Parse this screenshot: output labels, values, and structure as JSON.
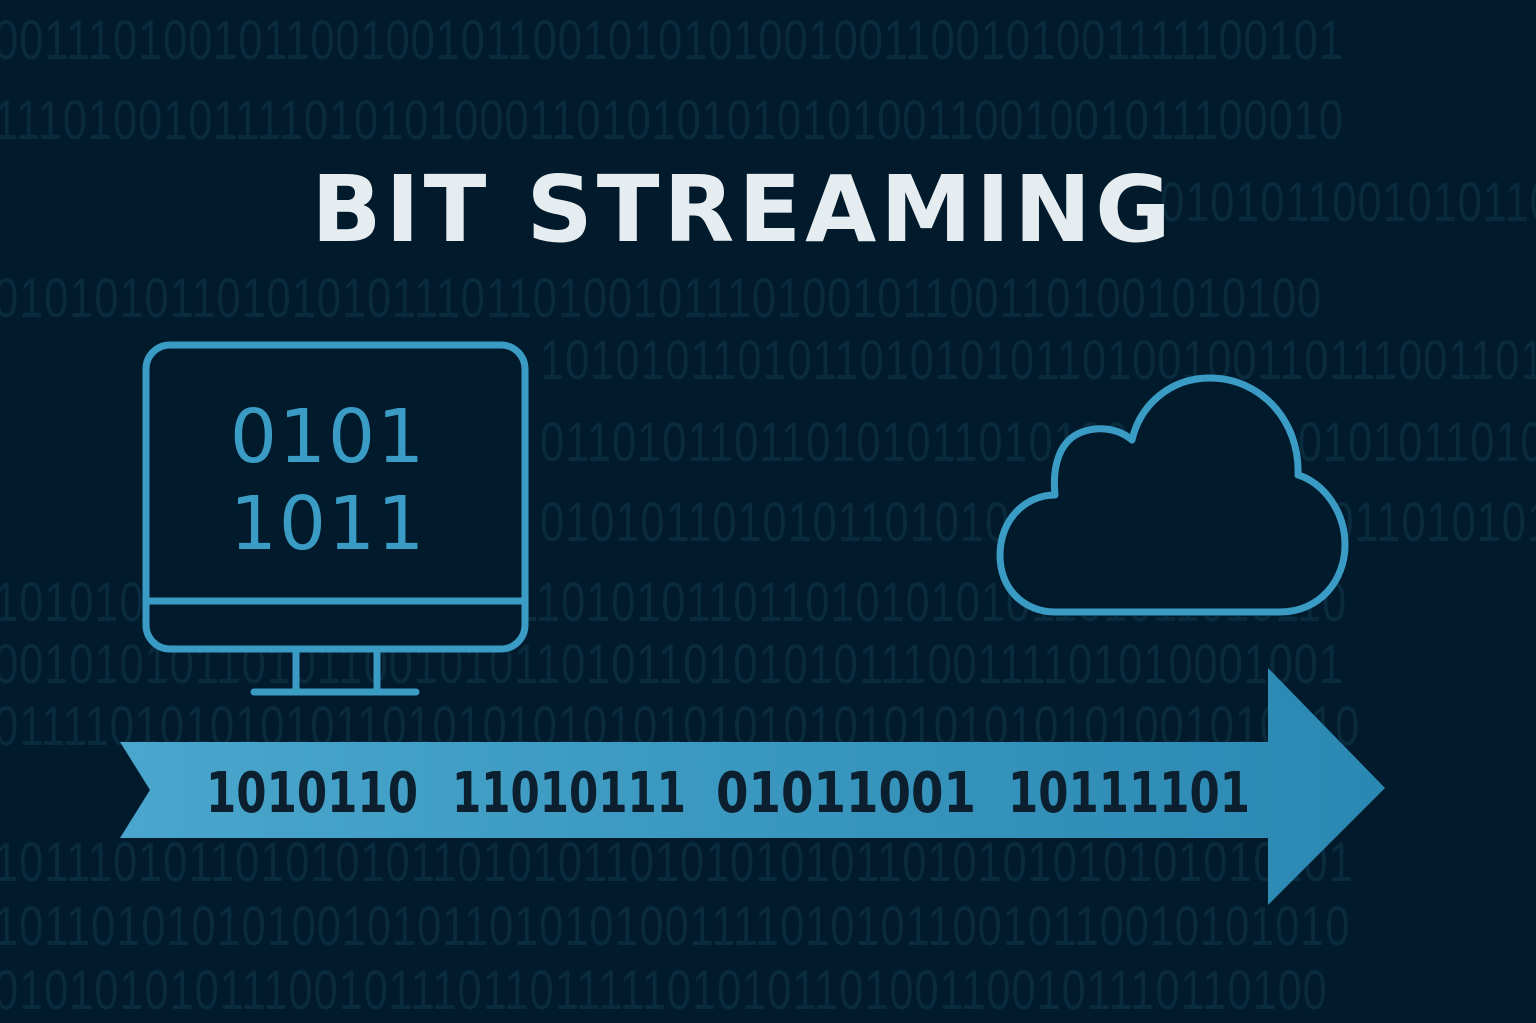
{
  "title": "BIT STREAMING",
  "background_rows": [
    "0011101001011001001011001010101001001100101001111100101",
    "1110100101111010101000110101010101010011001001011100010",
    "010101100101011011010101101101101000101101010001011011",
    "010101011010101011101101001011101001011001101001010100",
    "1010101101011010101011010010011011100110110110110011010",
    "0110101101101010110101001010111010101101010011010101011",
    "0101011010101101010101101010101101101010100101011100100",
    "1010101101001010110001101010110110101010101101011010110",
    "0010101011010110010101101011010101011100111101010001001",
    "0111101010101011010101010101010101010101010101001010010",
    "1011101011010101011010101101010101011010101010101010101",
    "1011010101010010101101010100111101010110010110010101010",
    "0101010101110010111011011111010101101001100101110110100"
  ],
  "monitor": {
    "screen_line_1": "0101",
    "screen_line_2": "1011"
  },
  "stream": {
    "bytes": [
      "1010110",
      "11010111",
      "01011001",
      "10111101"
    ]
  },
  "icons": [
    "monitor-icon",
    "cloud-icon",
    "arrow-icon"
  ],
  "colors": {
    "background": "#011a2c",
    "accent": "#3a9cc4",
    "arrow": "#2f8fb8",
    "title": "#e6edf0",
    "stream_text": "#0b1f2e"
  }
}
